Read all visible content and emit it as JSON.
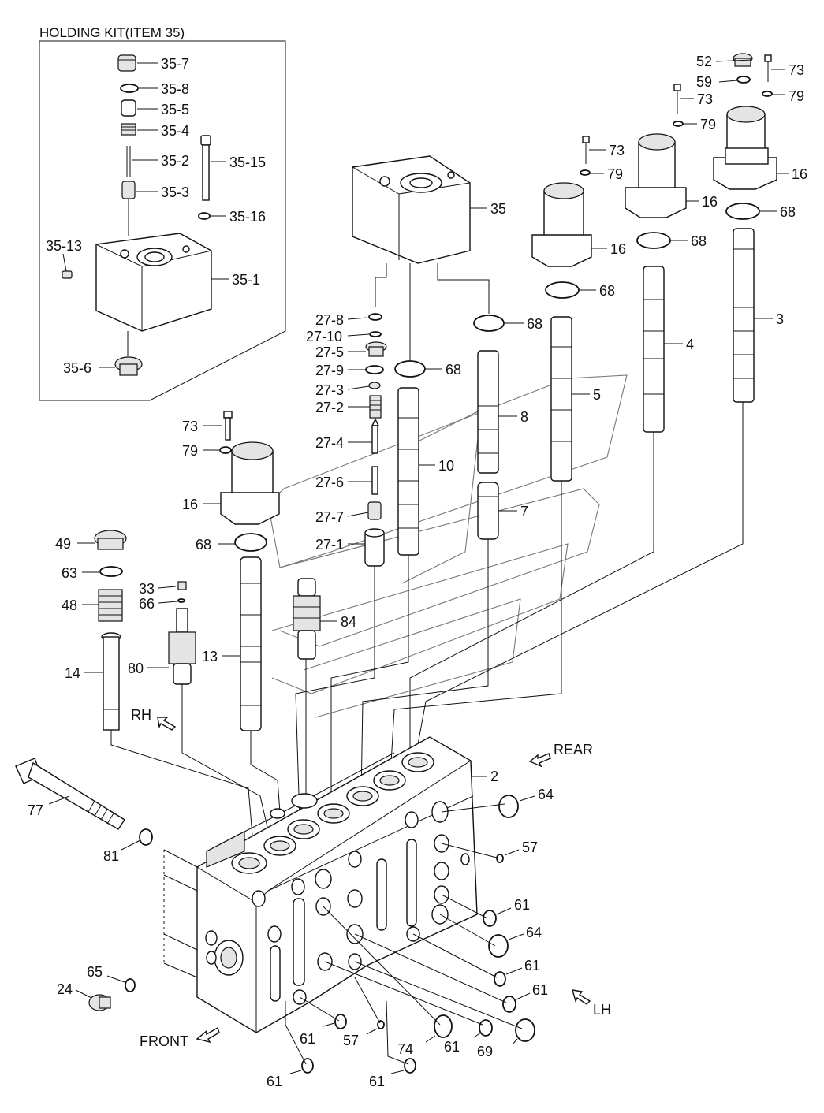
{
  "holding_kit": {
    "title": "HOLDING KIT(ITEM 35)",
    "labels": [
      "35-7",
      "35-8",
      "35-5",
      "35-4",
      "35-2",
      "35-15",
      "35-3",
      "35-16",
      "35-13",
      "35-1",
      "35-6"
    ]
  },
  "callouts": {
    "p52": "52",
    "p59": "59",
    "p73": "73",
    "p79": "79",
    "p16": "16",
    "p68": "68",
    "p3": "3",
    "p4": "4",
    "p5": "5",
    "p8": "8",
    "p10": "10",
    "p7": "7",
    "p35": "35",
    "p27_8": "27-8",
    "p27_10": "27-10",
    "p27_5": "27-5",
    "p27_9": "27-9",
    "p27_3": "27-3",
    "p27_2": "27-2",
    "p27_4": "27-4",
    "p27_6": "27-6",
    "p27_7": "27-7",
    "p27_1": "27-1",
    "p49": "49",
    "p63": "63",
    "p48": "48",
    "p14": "14",
    "p33": "33",
    "p66": "66",
    "p80": "80",
    "p13": "13",
    "p84": "84",
    "p77": "77",
    "p81": "81",
    "p2": "2",
    "p64": "64",
    "p57": "57",
    "p61": "61",
    "p65": "65",
    "p24": "24",
    "p74": "74",
    "p69": "69"
  },
  "directions": {
    "rh": "RH",
    "rear": "REAR",
    "lh": "LH",
    "front": "FRONT"
  }
}
